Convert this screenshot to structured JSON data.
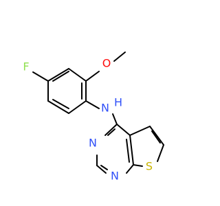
{
  "molecule": {
    "atoms": {
      "fluorine": "F",
      "oxygen": "O",
      "amine_n": "N",
      "amine_h": "H",
      "pyrimidine_n_upper": "N",
      "pyrimidine_n_lower": "N",
      "sulfur": "S"
    },
    "colors": {
      "carbon_bond": "#000000",
      "fluorine": "#90e050",
      "oxygen": "#ff0d0d",
      "nitrogen": "#3050f8",
      "sulfur": "#c8b400"
    }
  }
}
